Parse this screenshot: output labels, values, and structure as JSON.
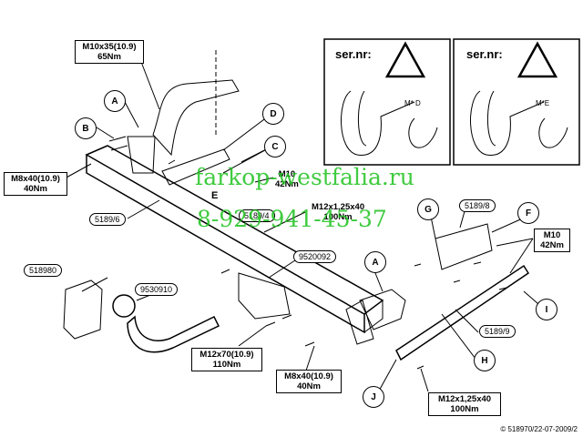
{
  "torques": {
    "m10x35": [
      "M10x35(10.9)",
      "65Nm"
    ],
    "m8x40_left": [
      "M8x40(10.9)",
      "40Nm"
    ],
    "m10_mid": [
      "M10",
      "42Nm"
    ],
    "m12x125_mid": [
      "M12x1,25x40",
      "100Nm"
    ],
    "m10_right": [
      "M10",
      "42Nm"
    ],
    "m12x70": [
      "M12x70(10.9)",
      "110Nm"
    ],
    "m8x40_bottom": [
      "M8x40(10.9)",
      "40Nm"
    ],
    "m12x125_bottom": [
      "M12x1,25x40",
      "100Nm"
    ]
  },
  "parts": {
    "p5189_6": "5189/6",
    "p5189_4": "5189/4",
    "p9520092": "9520092",
    "p518980": "518980",
    "p9530910": "9530910",
    "p5189_8": "5189/8",
    "p5189_9": "5189/9"
  },
  "letters": {
    "A1": "A",
    "B": "B",
    "D": "D",
    "C": "C",
    "E": "E",
    "G": "G",
    "F": "F",
    "A2": "A",
    "I": "I",
    "H": "H",
    "J": "J"
  },
  "panels": {
    "left_title": "ser.nr:",
    "right_title": "ser.nr:",
    "left_code": "M* D",
    "right_code": "M*E"
  },
  "watermark": {
    "site": "farkop-westfalia.ru",
    "phone": "8-929-941-45-37"
  },
  "copyright": "© 518970/22-07-2009/2"
}
